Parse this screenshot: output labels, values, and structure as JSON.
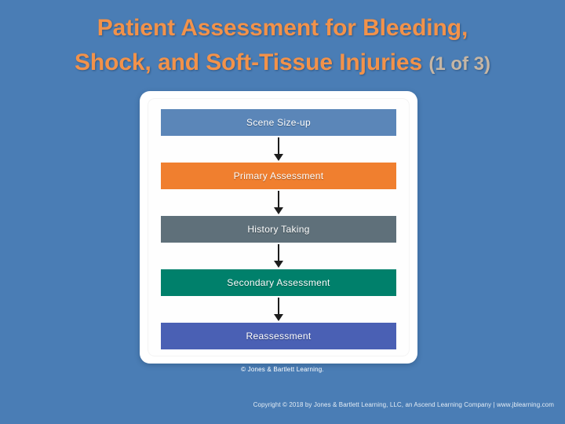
{
  "slide": {
    "background_color": "#4a7db5",
    "title": {
      "line1": "Patient Assessment for Bleeding,",
      "line2": "Shock, and Soft-Tissue Injuries",
      "count_label": "(1 of 3)",
      "color": "#f2924a",
      "count_color": "#c6b6a4"
    }
  },
  "figure": {
    "credit": "© Jones & Bartlett Learning.",
    "diagram": {
      "type": "flowchart",
      "orientation": "vertical",
      "steps": [
        {
          "label": "Scene Size-up",
          "color": "#5b86b8"
        },
        {
          "label": "Primary Assessment",
          "color": "#f07f2f"
        },
        {
          "label": "History Taking",
          "color": "#5f707a"
        },
        {
          "label": "Secondary Assessment",
          "color": "#00806b"
        },
        {
          "label": "Reassessment",
          "color": "#4a60b4"
        }
      ],
      "connector_icon": "down-arrow-icon",
      "connector_color": "#1d1d1d"
    }
  },
  "footer": {
    "copyright": "Copyright © 2018 by Jones & Bartlett Learning, LLC, an Ascend Learning Company  |  www.jblearning.com"
  }
}
